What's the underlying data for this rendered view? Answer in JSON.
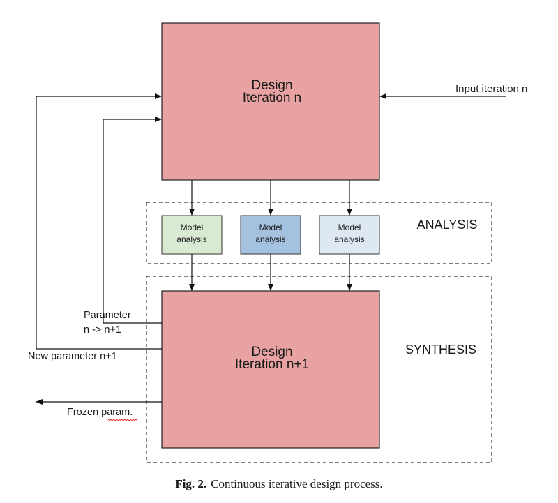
{
  "top_block": {
    "line1": "Design",
    "line2": "Iteration n"
  },
  "bottom_block": {
    "line1": "Design",
    "line2": "Iteration n+1"
  },
  "input_label": "Input iteration n",
  "analysis_label": "ANALYSIS",
  "synthesis_label": "SYNTHESIS",
  "models": [
    {
      "line1": "Model",
      "line2": "analysis",
      "color": "#d9ead3"
    },
    {
      "line1": "Model",
      "line2": "analysis",
      "color": "#a4c2e0"
    },
    {
      "line1": "Model",
      "line2": "analysis",
      "color": "#dde8f3"
    }
  ],
  "parameter_label": {
    "line1": "Parameter",
    "line2": "n -> n+1"
  },
  "new_parameter_label": "New parameter n+1",
  "frozen_label": "Frozen param.",
  "block_color": "#e8a2a2",
  "caption": {
    "fig": "Fig. 2.",
    "text": "Continuous iterative design process."
  }
}
